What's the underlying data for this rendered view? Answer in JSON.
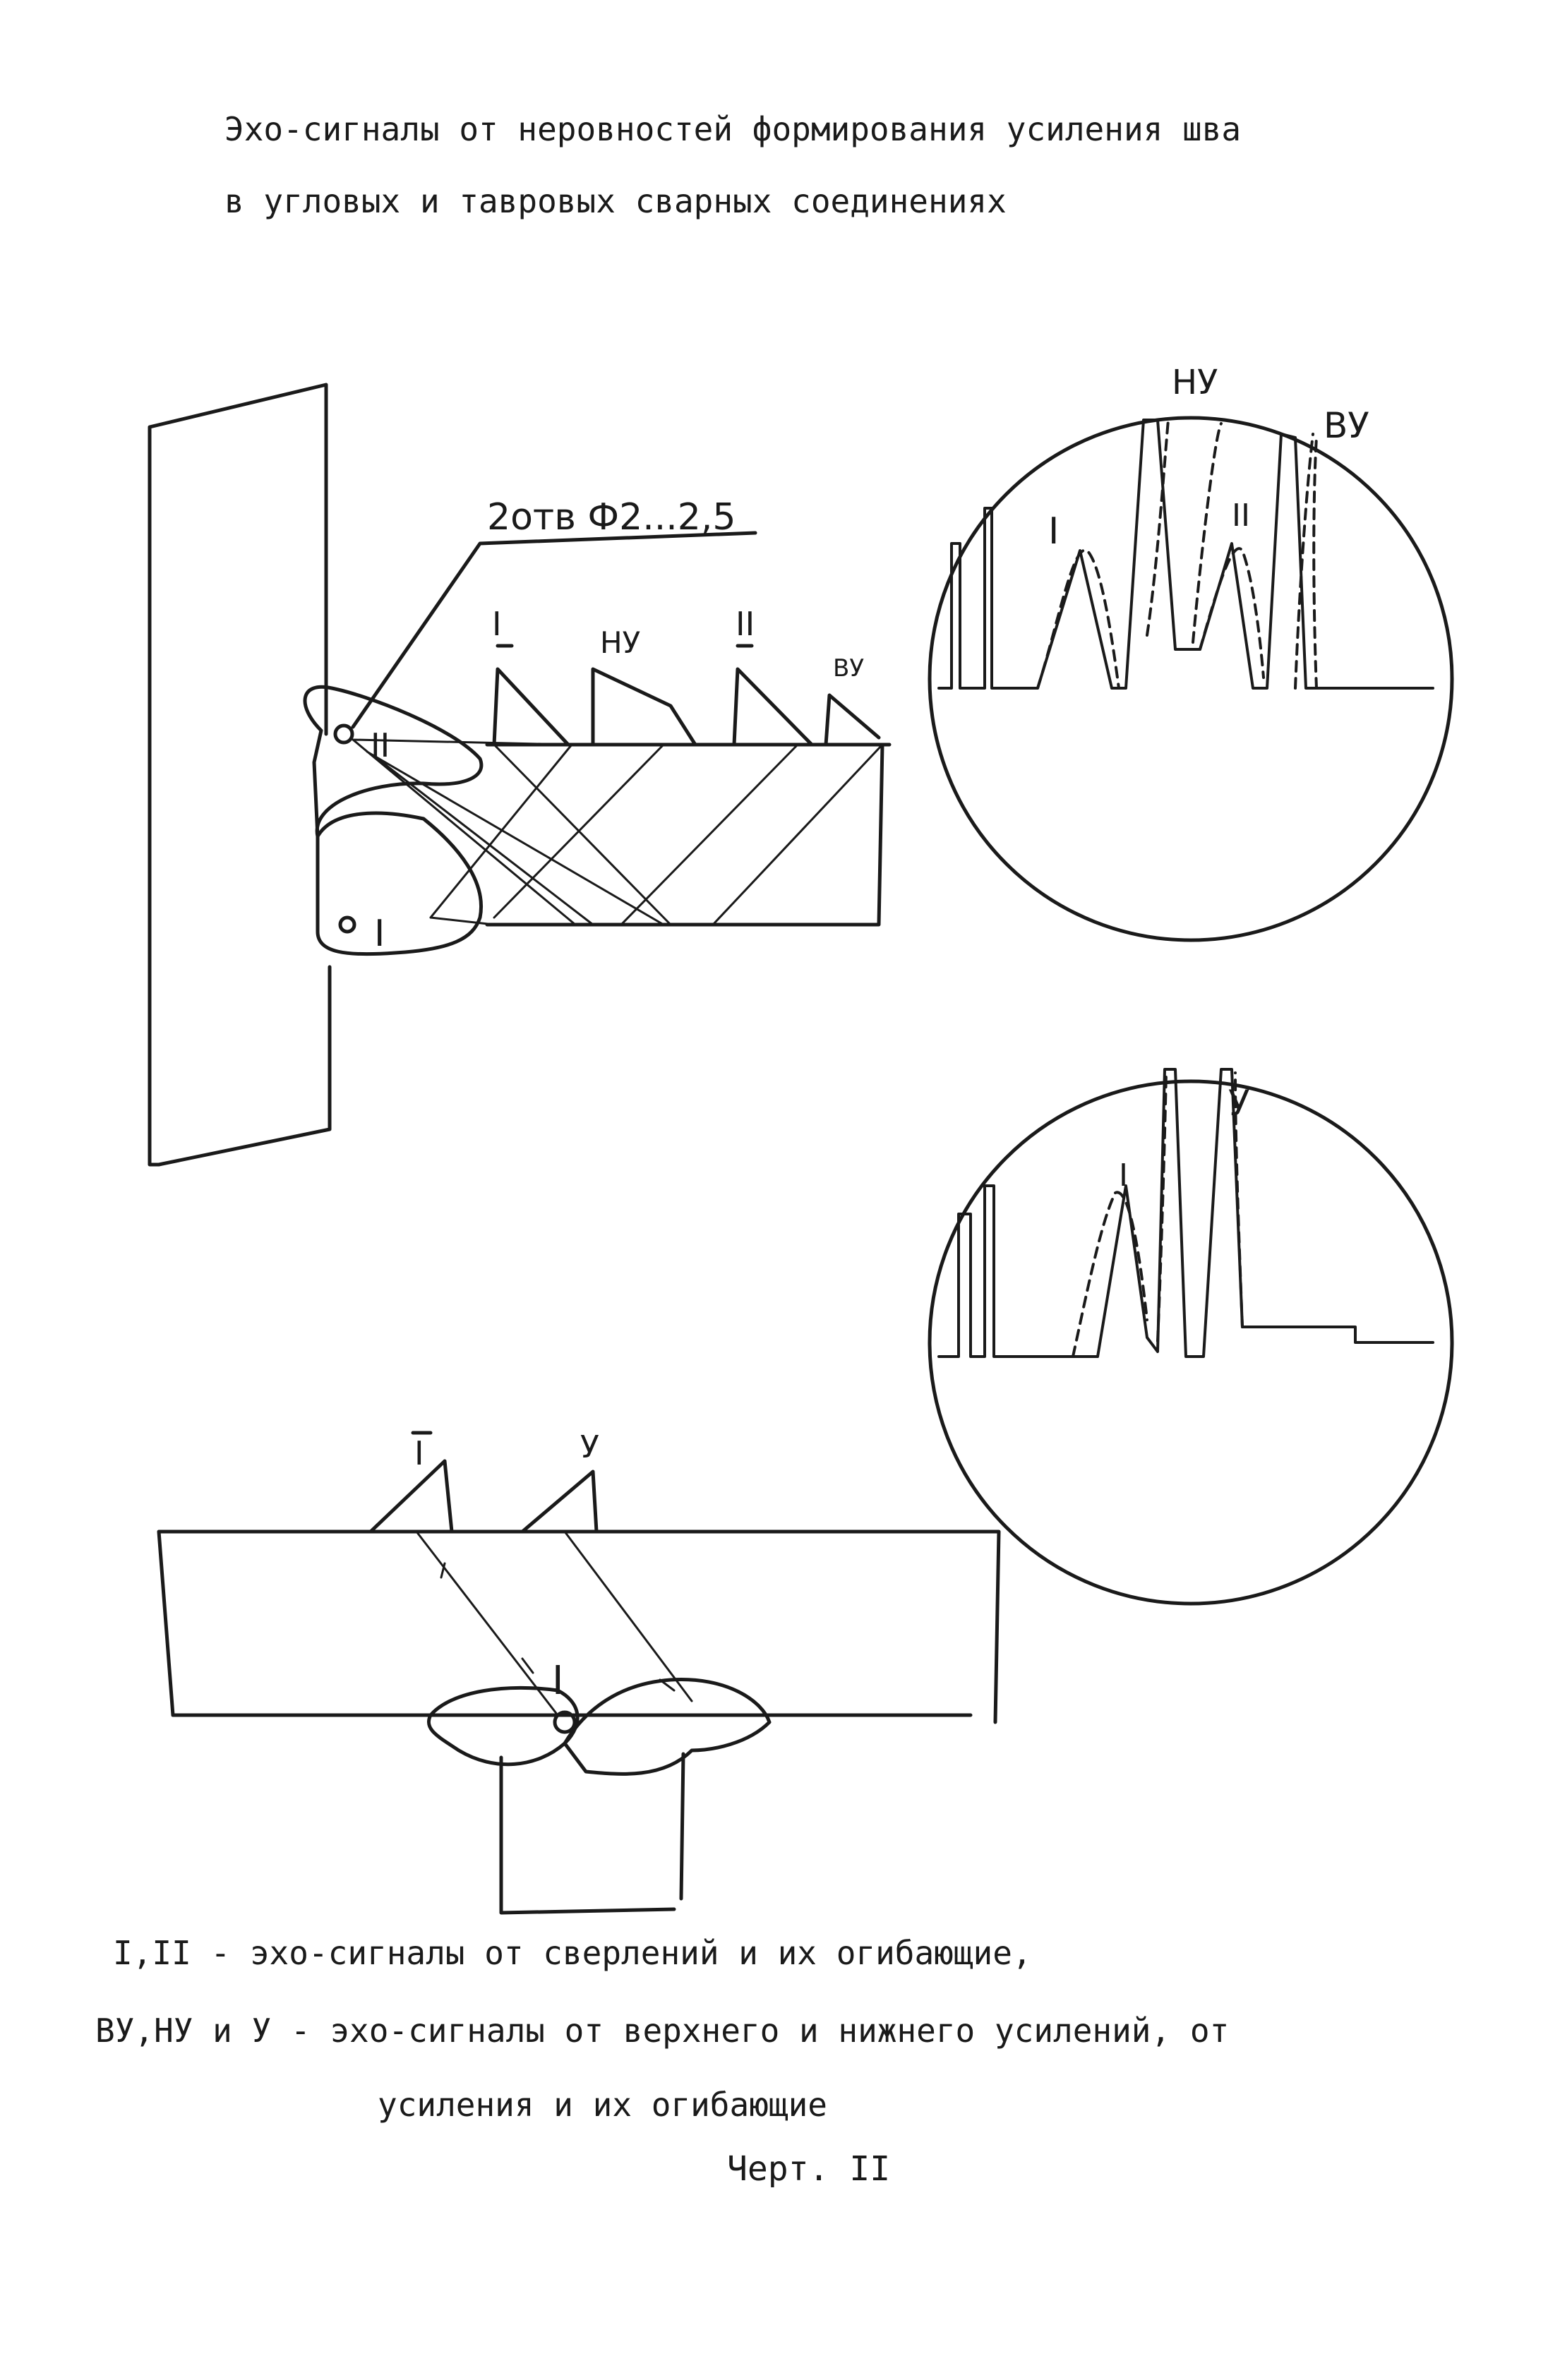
{
  "title": {
    "line1": "Эхо-сигналы от неровностей формирования усиления шва",
    "line2": "в угловых и тавровых сварных соединениях"
  },
  "labels": {
    "holes": "2отв Ф2...2,5",
    "echo_1": "I",
    "echo_2": "II",
    "lower_reinf": "НУ",
    "upper_reinf": "ВУ",
    "reinf": "У"
  },
  "legend": {
    "line1": "I,II - эхо-сигналы от сверлений и их огибающие,",
    "line2": "ВУ,НУ и У - эхо-сигналы от верхнего и нижнего усилений, от",
    "line3": "усиления и их огибающие"
  },
  "caption": "Черт. II"
}
